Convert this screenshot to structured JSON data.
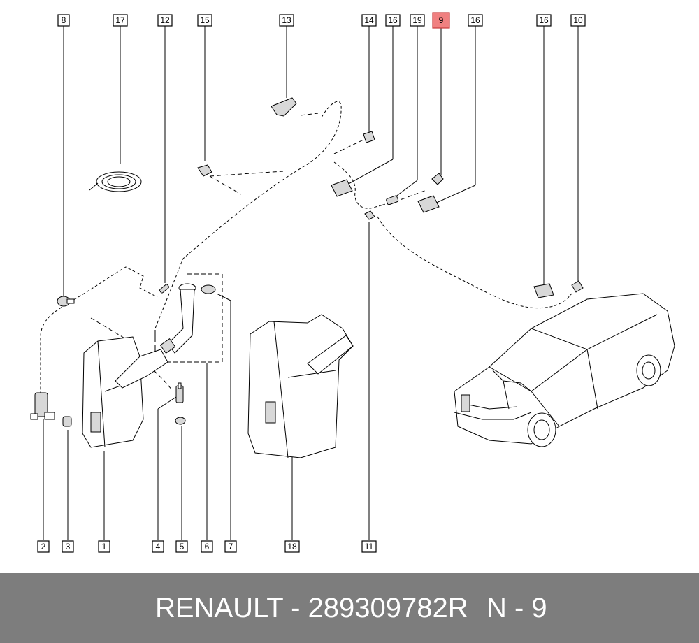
{
  "colors": {
    "highlight": "#f08080",
    "footer_bg": "#7d7d7d",
    "footer_text": "#ffffff"
  },
  "callouts_top": [
    "8",
    "17",
    "12",
    "15",
    "13",
    "14",
    "16",
    "19",
    "9",
    "16",
    "16",
    "10"
  ],
  "callouts_bottom": [
    "2",
    "3",
    "1",
    "4",
    "5",
    "6",
    "7",
    "18",
    "11"
  ],
  "highlighted_callout": "9",
  "footer": {
    "part_text": "RENAULT - 289309782R",
    "ref_text": "N - 9"
  }
}
